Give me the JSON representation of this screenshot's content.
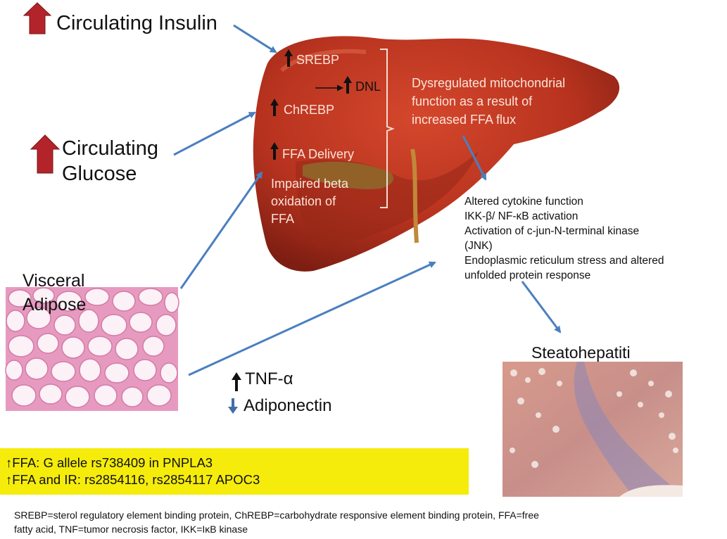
{
  "inputs": {
    "circulating_insulin": "Circulating Insulin",
    "circulating_glucose_line1": "Circulating",
    "circulating_glucose_line2": "Glucose",
    "visceral_adipose_line1": "Visceral",
    "visceral_adipose_line2": "Adipose"
  },
  "liver": {
    "srebp": "SREBP",
    "dnl": "DNL",
    "chrebp": "ChREBP",
    "ffa_delivery": "FFA Delivery",
    "impaired_line1": "Impaired beta",
    "impaired_line2": "oxidation of",
    "impaired_line3": "FFA",
    "mito_line1": "Dysregulated mitochondrial",
    "mito_line2": "function as a result of",
    "mito_line3": "increased FFA flux"
  },
  "processes": [
    "Altered cytokine function",
    "IKK-β/ NF-κB activation",
    "Activation of c-jun-N-terminal kinase",
    "(JNK)",
    "Endoplasmic reticulum stress and altered",
    "unfolded protein response"
  ],
  "adipokines": {
    "tnf": "TNF-α",
    "adiponectin": "Adiponectin"
  },
  "outcome": "Steatohepatiti",
  "genetics": {
    "line1": "↑FFA: G allele rs738409 in PNPLA3",
    "line2": "↑FFA and IR: rs2854116, rs2854117 APOC3"
  },
  "footnote": {
    "line1": "SREBP=sterol regulatory element binding protein, ChREBP=carbohydrate responsive element binding protein, FFA=free",
    "line2": "fatty acid, TNF=tumor necrosis factor, IKK=IκB kinase"
  },
  "colors": {
    "liver": "#b8331f",
    "red_arrow": "#b3242a",
    "blue_arrow": "#4a7fc0",
    "highlight": "#f5ec0c"
  }
}
